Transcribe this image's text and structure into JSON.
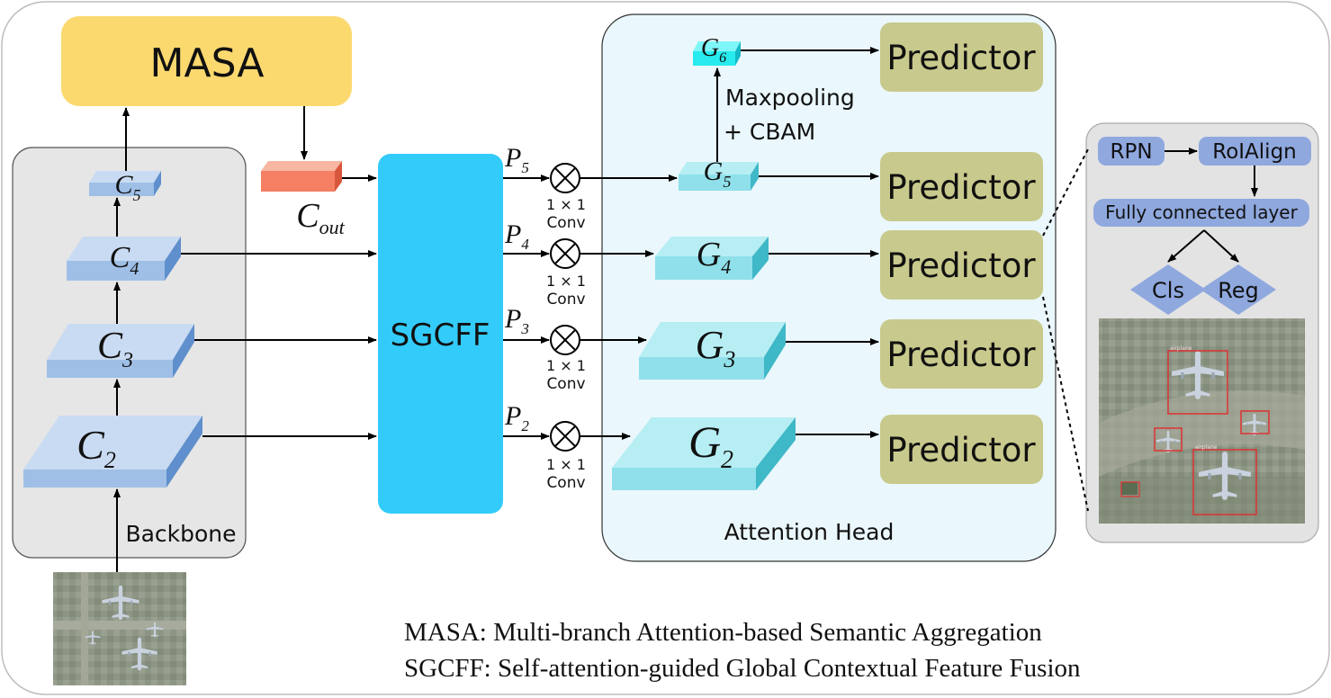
{
  "masa": {
    "label": "MASA"
  },
  "sgcff": {
    "label": "SGCFF"
  },
  "backbone": {
    "label": "Backbone",
    "c2": {
      "main": "C",
      "sub": "2"
    },
    "c3": {
      "main": "C",
      "sub": "3"
    },
    "c4": {
      "main": "C",
      "sub": "4"
    },
    "c5": {
      "main": "C",
      "sub": "5"
    }
  },
  "cout": {
    "main": "C",
    "sub": "out"
  },
  "p_levels": {
    "p5": {
      "main": "P",
      "sub": "5"
    },
    "p4": {
      "main": "P",
      "sub": "4"
    },
    "p3": {
      "main": "P",
      "sub": "3"
    },
    "p2": {
      "main": "P",
      "sub": "2"
    }
  },
  "conv": {
    "line1": "1 × 1",
    "line2": "Conv"
  },
  "attention_head": {
    "label": "Attention Head",
    "g6": {
      "main": "G",
      "sub": "6"
    },
    "g5": {
      "main": "G",
      "sub": "5"
    },
    "g4": {
      "main": "G",
      "sub": "4"
    },
    "g3": {
      "main": "G",
      "sub": "3"
    },
    "g2": {
      "main": "G",
      "sub": "2"
    },
    "maxpool_line1": "Maxpooling",
    "maxpool_line2": "+ CBAM",
    "predictor": "Predictor"
  },
  "detail": {
    "rpn": "RPN",
    "roialign": "RoIAlign",
    "fc": "Fully connected layer",
    "cls": "Cls",
    "reg": "Reg",
    "det_label": "airplane"
  },
  "legend": {
    "masa_def": "MASA: Multi-branch Attention-based Semantic Aggregation",
    "sgcff_def": "SGCFF: Self-attention-guided Global Contextual Feature Fusion"
  },
  "colors": {
    "masa": "#fbd96f",
    "sgcff": "#33ccfa",
    "backbone_block": "#a9c7ea",
    "g_block": "#8fe0ea",
    "g6": "#27ebee",
    "cout": "#f47f63",
    "predictor": "#c8c98c",
    "detail_node": "#8fa8de"
  }
}
